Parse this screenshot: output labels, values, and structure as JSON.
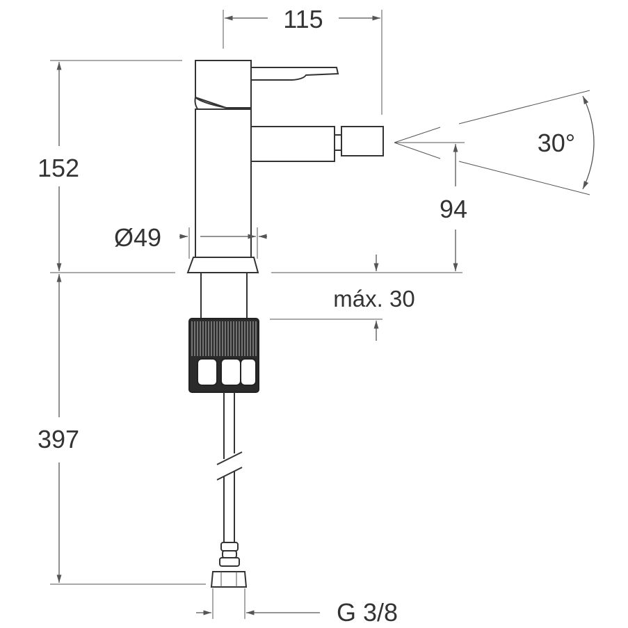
{
  "diagram": {
    "dimensions": {
      "width_top": "115",
      "height_upper": "152",
      "diameter": "Ø49",
      "spray_angle": "30°",
      "spout_height": "94",
      "max_thickness": "máx. 30",
      "height_lower": "397",
      "connection": "G 3/8"
    }
  }
}
